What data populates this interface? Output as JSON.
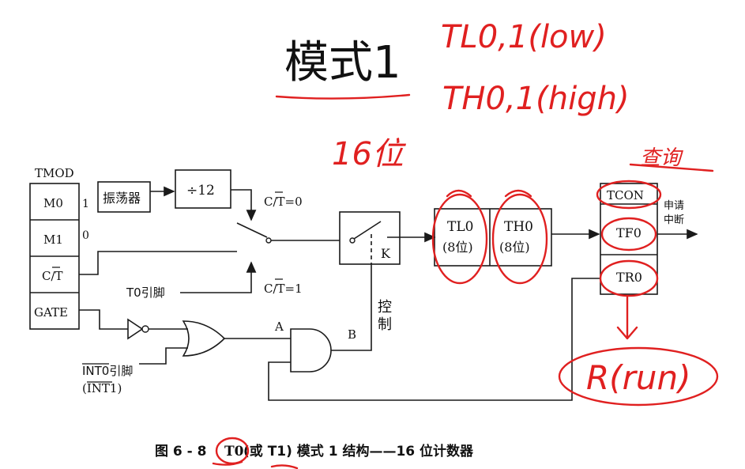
{
  "slide": {
    "title": "模式1"
  },
  "diagram": {
    "tmod": {
      "label": "TMOD",
      "cells": [
        "M0",
        "M1",
        "C/T",
        "GATE"
      ],
      "m0_value": "1",
      "m1_value": "0"
    },
    "oscillator": "振荡器",
    "divider": "÷12",
    "ct0_label": "C/T=0",
    "ct1_label": "C/T=1",
    "t0_pin": "T0引脚",
    "int0_pin": "INT0引脚",
    "int1_pin": "(INT1)",
    "switch_k": "K",
    "label_a": "A",
    "label_b": "B",
    "control": [
      "控",
      "制"
    ],
    "tl0": {
      "name": "TL0",
      "bits": "(8位)"
    },
    "th0": {
      "name": "TH0",
      "bits": "(8位)"
    },
    "tcon": {
      "label": "TCON",
      "tf0": "TF0",
      "tr0": "TR0"
    },
    "interrupt_request": [
      "申请",
      "中断"
    ]
  },
  "caption": {
    "prefix": "图 6 - 8",
    "t0": "T0",
    "rest": "(或 T1) 模式 1 结构——16 位计数器"
  },
  "annotations": {
    "tl_note": "TL0,1(low)",
    "th_note": "TH0,1(high)",
    "bits_note": "16位",
    "query_note": "查询",
    "run_note": "R(run)"
  },
  "colors": {
    "ink": "#e02020",
    "line": "#1a1a1a"
  }
}
